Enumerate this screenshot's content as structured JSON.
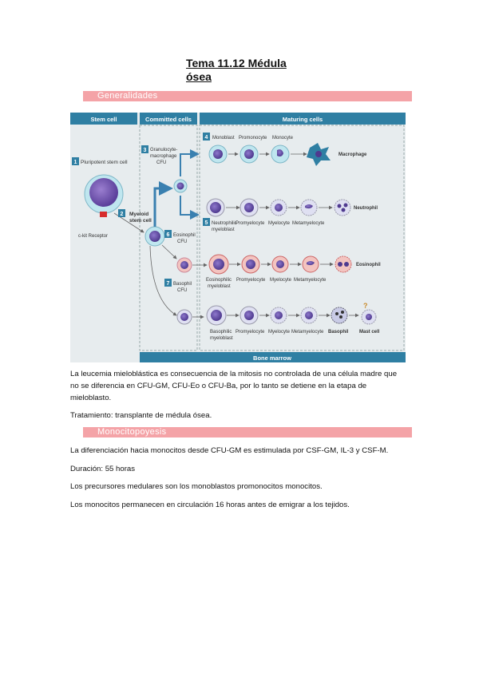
{
  "title_line1": "Tema 11.12 Médula",
  "title_line2": "ósea",
  "section1": "Generalidades",
  "section2": "Monocitopoyesis",
  "figure": {
    "headers": {
      "stem": "Stem cell",
      "committed": "Committed cells",
      "maturing": "Maturing cells",
      "bottom": "Bone marrow"
    },
    "step1": "1",
    "pluripotent": "Pluripotent stem cell",
    "ckit": "c-kit Receptor",
    "step2": "2",
    "myeloid1": "Myeloid",
    "myeloid2": "stem cell",
    "step3": "3",
    "gm1": "Granulocyte-",
    "gm2": "macrophage",
    "gm3": "CFU",
    "step4": "4",
    "monoblast": "Monoblast",
    "promonocyte": "Promonocyte",
    "monocyte": "Monocyte",
    "macrophage": "Macrophage",
    "step5": "5",
    "neutro1": "Neutrophilic",
    "neutro2": "myeloblast",
    "promyelocyte": "Promyelocyte",
    "myelocyte": "Myelocyte",
    "metamyelocyte": "Metamyelocyte",
    "neutrophil": "Neutrophil",
    "step6": "6",
    "eo1": "Eosinophil",
    "eo2": "CFU",
    "eomb1": "Eosinophilic",
    "eomb2": "myeloblast",
    "eosinophil": "Eosinophil",
    "step7": "7",
    "baso1": "Basophil",
    "baso2": "CFU",
    "bamb1": "Basophilic",
    "bamb2": "myeloblast",
    "basophil": "Basophil",
    "mastcell": "Mast cell",
    "question": "?"
  },
  "para1": "La leucemia mieloblástica es consecuencia de la mitosis no controlada de una célula madre que no se diferencia en CFU-GM, CFU-Eo o CFU-Ba, por lo tanto se detiene en la etapa de mieloblasto.",
  "para2": "Tratamiento: transplante de médula ósea.",
  "para3": "La diferenciación hacia monocitos desde CFU-GM es estimulada por CSF-GM, IL-3 y CSF-M.",
  "para4": "Duración: 55 horas",
  "para5": "Los precursores medulares son los monoblastos promonocitos monocitos.",
  "para6": "Los monocitos permanecen en circulación 16 horas antes de emigrar a los tejidos.",
  "colors": {
    "header_bg": "#2f7fa3",
    "section_bar": "#f4a3a7",
    "figure_bg": "#e7ecee"
  }
}
